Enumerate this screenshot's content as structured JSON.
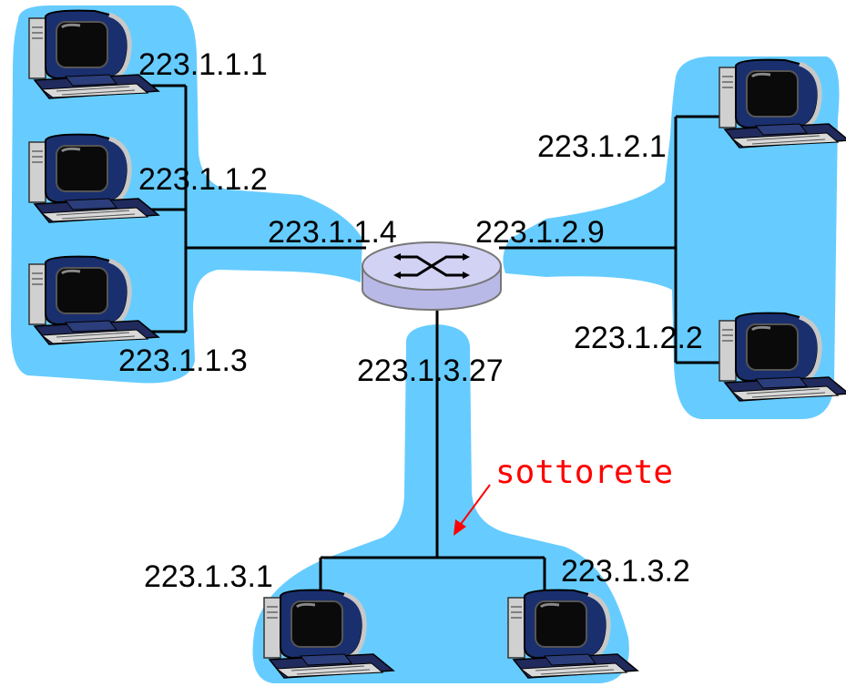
{
  "colors": {
    "subnet_fill": "#66ccff",
    "annotation": "#ff0000",
    "router_body": "#b9b9e8",
    "router_top": "#d2d2f4"
  },
  "icons": {
    "host": "desktop-computer-icon",
    "router": "router-icon"
  },
  "diagram": {
    "annotation": "sottorete",
    "router_interfaces": [
      "223.1.1.4",
      "223.1.2.9",
      "223.1.3.27"
    ],
    "subnet1_hosts": [
      "223.1.1.1",
      "223.1.1.2",
      "223.1.1.3"
    ],
    "subnet2_hosts": [
      "223.1.2.1",
      "223.1.2.2"
    ],
    "subnet3_hosts": [
      "223.1.3.1",
      "223.1.3.2"
    ]
  }
}
